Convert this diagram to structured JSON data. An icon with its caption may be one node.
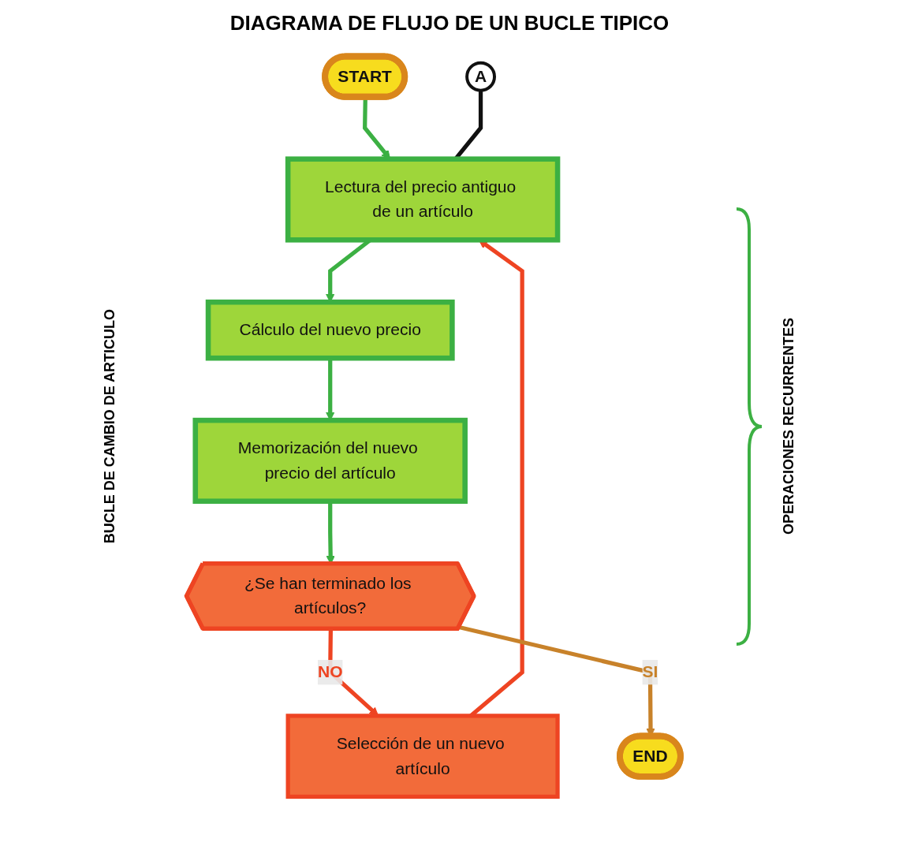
{
  "diagram": {
    "title": "DIAGRAMA DE FLUJO DE UN BUCLE TIPICO",
    "nodes": [
      {
        "text": [
          "START"
        ]
      },
      {
        "text": [
          "A"
        ]
      },
      {
        "text": [
          "Lectura del precio antiguo de un artículo"
        ]
      },
      {
        "text": [
          "Cálculo del nuevo precio"
        ]
      },
      {
        "text": [
          "Memorización del nuevo precio del artículo"
        ]
      },
      {
        "text": [
          "¿Se han terminado los artículos?"
        ]
      },
      {
        "text": [
          "END"
        ]
      },
      {
        "text": [
          "Selección de un nuevo artículo"
        ]
      }
    ],
    "edges": [
      {
        "from": 0,
        "to": 2,
        "arrow": "to"
      },
      {
        "from": 1,
        "to": 2,
        "arrow": "none",
        "color": "#111111"
      },
      {
        "from": 2,
        "to": 3,
        "arrow": "to"
      },
      {
        "from": 3,
        "to": 4,
        "arrow": "to"
      },
      {
        "from": 4,
        "to": 5,
        "arrow": "to"
      },
      {
        "from": 5,
        "to": 7,
        "label": "NO",
        "arrow": "to",
        "color": "#ee4422"
      },
      {
        "from": 7,
        "to": 2,
        "arrow": "to",
        "color": "#ee4422"
      },
      {
        "from": 5,
        "to": 6,
        "label": "SI",
        "arrow": "to",
        "color": "#c8822a"
      }
    ],
    "labels": [
      "BUCLE DE CAMBIO DE ARTICULO",
      "OPERACIONES RECURRENTES"
    ]
  }
}
